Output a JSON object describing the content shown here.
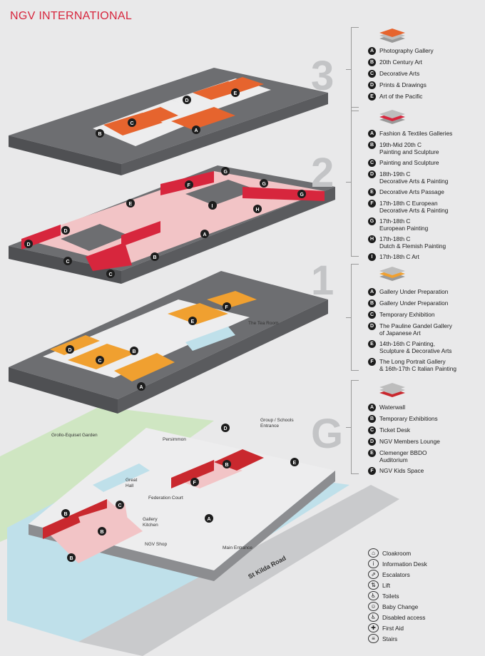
{
  "title": "NGV INTERNATIONAL",
  "levels": [
    {
      "id": "3",
      "label": "3",
      "color": "#e6642e",
      "items": [
        {
          "key": "A",
          "text": "Photography Gallery"
        },
        {
          "key": "B",
          "text": "20th Century Art"
        },
        {
          "key": "C",
          "text": "Decorative Arts"
        },
        {
          "key": "D",
          "text": "Prints & Drawings"
        },
        {
          "key": "E",
          "text": "Art of the Pacific"
        }
      ]
    },
    {
      "id": "2",
      "label": "2",
      "color": "#d7263d",
      "items": [
        {
          "key": "A",
          "text": "Fashion & Textiles Galleries"
        },
        {
          "key": "B",
          "text": "19th-Mid 20th C\nPainting and Sculpture"
        },
        {
          "key": "C",
          "text": "Painting and Sculpture"
        },
        {
          "key": "D",
          "text": "18th-19th C\nDecorative Arts & Painting"
        },
        {
          "key": "E",
          "text": "Decorative Arts Passage"
        },
        {
          "key": "F",
          "text": "17th-18th C European\nDecorative Arts & Painting"
        },
        {
          "key": "G",
          "text": "17th-18th C\nEuropean Painting"
        },
        {
          "key": "H",
          "text": "17th-18th C\nDutch & Flemish Painting"
        },
        {
          "key": "I",
          "text": "17th-18th C Art"
        }
      ]
    },
    {
      "id": "1",
      "label": "1",
      "color": "#f0a030",
      "items": [
        {
          "key": "A",
          "text": "Gallery Under Preparation"
        },
        {
          "key": "B",
          "text": "Gallery Under Preparation"
        },
        {
          "key": "C",
          "text": "Temporary Exhibition"
        },
        {
          "key": "D",
          "text": "The Pauline Gandel Gallery\nof Japanese Art"
        },
        {
          "key": "E",
          "text": "14th-16th C Painting,\nSculpture & Decorative Arts"
        },
        {
          "key": "F",
          "text": "The Long Portrait Gallery\n& 16th-17th C Italian Painting"
        }
      ]
    },
    {
      "id": "G",
      "label": "G",
      "color": "#c9282e",
      "items": [
        {
          "key": "A",
          "text": "Waterwall"
        },
        {
          "key": "B",
          "text": "Temporary Exhibitions"
        },
        {
          "key": "C",
          "text": "Ticket Desk"
        },
        {
          "key": "D",
          "text": "NGV Members Lounge"
        },
        {
          "key": "E",
          "text": "Clemenger BBDO\nAuditorium"
        },
        {
          "key": "F",
          "text": "NGV Kids Space"
        }
      ]
    }
  ],
  "facilities": [
    {
      "icon": "cloakroom-icon",
      "glyph": "⌂",
      "text": "Cloakroom"
    },
    {
      "icon": "information-icon",
      "glyph": "i",
      "text": "Information Desk"
    },
    {
      "icon": "escalator-icon",
      "glyph": "⇗",
      "text": "Escalators"
    },
    {
      "icon": "lift-icon",
      "glyph": "⇅",
      "text": "Lift"
    },
    {
      "icon": "toilets-icon",
      "glyph": "♿",
      "text": "Toilets"
    },
    {
      "icon": "baby-change-icon",
      "glyph": "☺",
      "text": "Baby Change"
    },
    {
      "icon": "disabled-access-icon",
      "glyph": "♿",
      "text": "Disabled access"
    },
    {
      "icon": "first-aid-icon",
      "glyph": "✚",
      "text": "First Aid"
    },
    {
      "icon": "stairs-icon",
      "glyph": "≡",
      "text": "Stairs"
    }
  ],
  "map_labels": {
    "group_entrance": "Group / Schools\nEntrance",
    "garden": "Grollo-Equiset Garden",
    "persimmon": "Persimmon",
    "great_hall": "Great\nHall",
    "federation_court": "Federation Court",
    "gallery_kitchen": "Gallery\nKitchen",
    "ngv_shop": "NGV Shop",
    "main_entrance": "Main Entrance",
    "road": "St Kilda Road",
    "tea_room": "The Tea Room"
  },
  "colors": {
    "accent": "#d7263d",
    "level3": "#e6642e",
    "level2": "#d7263d",
    "level1": "#f0a030",
    "ground": "#c9282e",
    "slab": "#6d6e71",
    "garden": "#cfe6c2",
    "water": "#bfe0ea"
  }
}
